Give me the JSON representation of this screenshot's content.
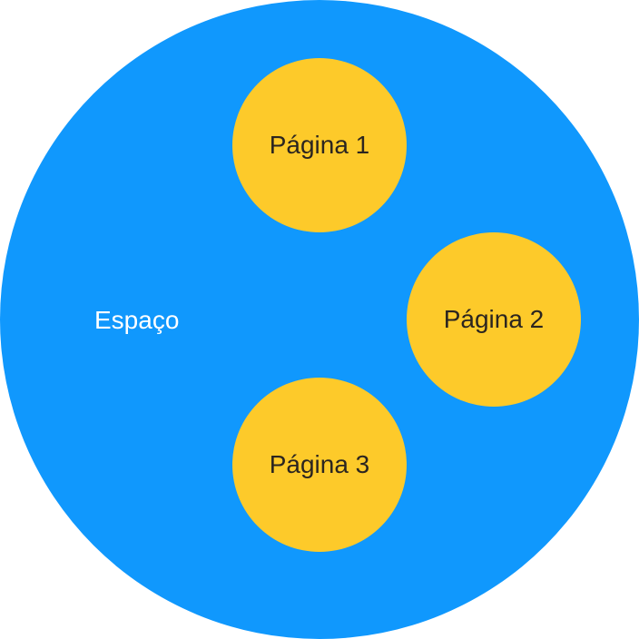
{
  "space": {
    "label": "Espaço",
    "color": "#1098FD",
    "label_color": "#FFFFFF"
  },
  "pages": [
    {
      "label": "Página 1"
    },
    {
      "label": "Página 2"
    },
    {
      "label": "Página 3"
    }
  ],
  "page_style": {
    "color": "#FDCA2A",
    "label_color": "#2B2520"
  }
}
